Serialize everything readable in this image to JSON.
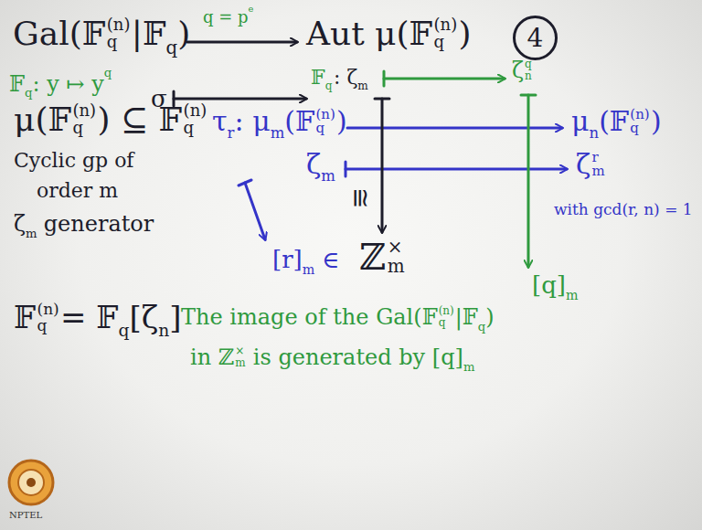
{
  "diagram": {
    "nodes": [
      {
        "text": [
          "4"
        ]
      }
    ],
    "labels": [
      "Gal(𝔽",
      "(n)",
      "q",
      "|𝔽",
      "q",
      ")",
      "q = p",
      "e",
      "Aut μ(𝔽",
      "(n)",
      "q",
      ")",
      "𝔽",
      "q",
      ": y ↦ y",
      "q",
      "σ",
      "𝔽",
      "q",
      ": ζ",
      "m",
      "ζ",
      "q",
      "n",
      "μ(𝔽",
      "(n)",
      "q",
      ") ⊆ 𝔽",
      "(n)",
      "q",
      "τ",
      "r",
      ": μ",
      "m",
      "(𝔽",
      "(n)",
      "q",
      ")",
      "μ",
      "n",
      "(𝔽",
      "(n)",
      "q",
      ")",
      "ζ",
      "m",
      "ζ",
      "r",
      "m",
      "with gcd(r, n) = 1",
      "≅",
      "Cyclic gp of",
      "order m",
      "ζ",
      "m",
      "generator",
      "𝔽",
      "(n)",
      "q",
      "= 𝔽",
      "q",
      "[ζ",
      "n",
      "]",
      "The image of the Gal(𝔽",
      "(n)",
      "q",
      "|𝔽",
      "q",
      ")",
      "in ℤ",
      "×",
      "m",
      "is generated by [q]",
      "m",
      "[r]",
      "m",
      "∈",
      "ℤ",
      "×",
      "m",
      "[q]",
      "m",
      "NPTEL"
    ]
  }
}
